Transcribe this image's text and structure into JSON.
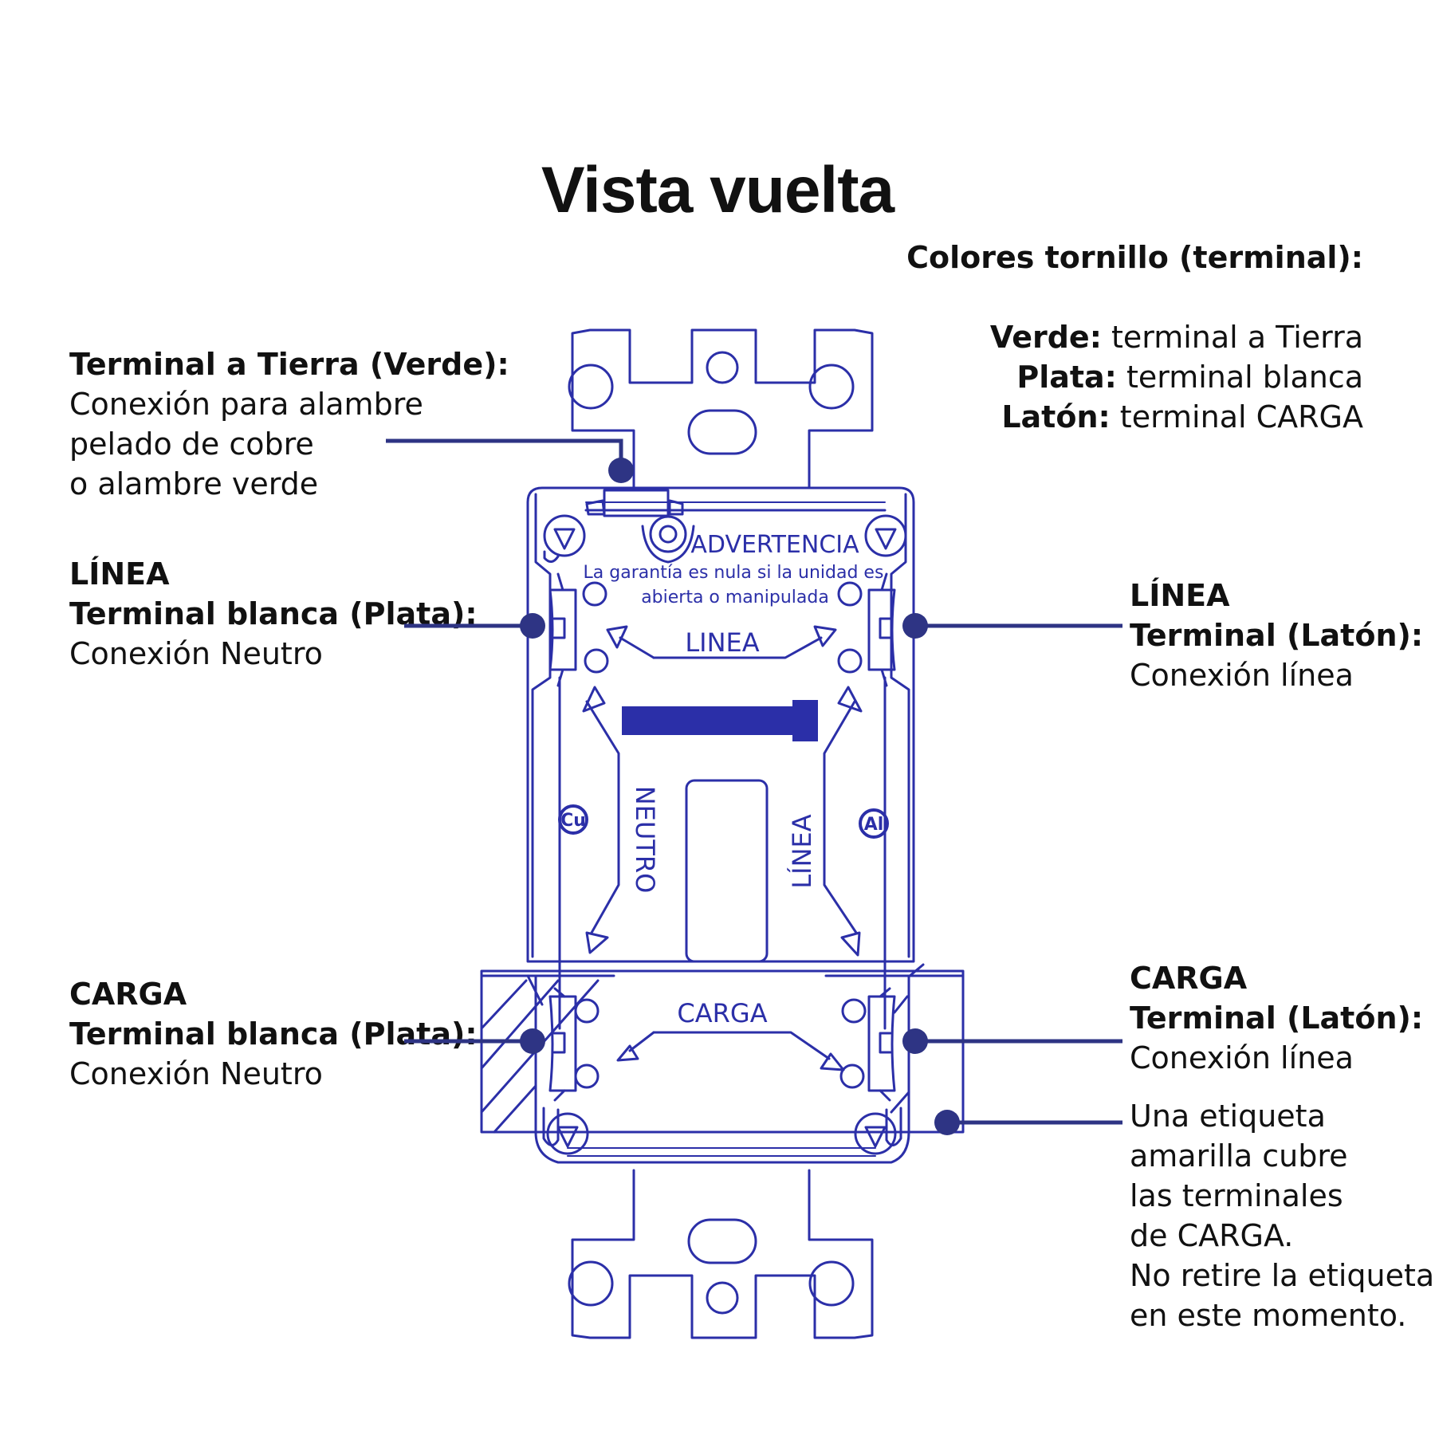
{
  "title": "Vista vuelta",
  "legend": {
    "heading": "Colores tornillo (terminal):",
    "items": [
      {
        "key": "Verde:",
        "value": " terminal a Tierra"
      },
      {
        "key": "Plata:",
        "value": " terminal blanca"
      },
      {
        "key": "Latón:",
        "value": " terminal CARGA"
      }
    ]
  },
  "callouts": {
    "ground": {
      "heading": "Terminal a Tierra (Verde):",
      "lines": [
        "Conexión para alambre",
        "pelado de cobre",
        "o alambre verde"
      ]
    },
    "line_neutral": {
      "heading1": "LÍNEA",
      "heading2": "Terminal blanca (Plata):",
      "lines": [
        "Conexión Neutro"
      ]
    },
    "line_hot": {
      "heading1": "LÍNEA",
      "heading2": "Terminal (Latón):",
      "lines": [
        "Conexión línea"
      ]
    },
    "load_neutral": {
      "heading1": "CARGA",
      "heading2": "Terminal blanca (Plata):",
      "lines": [
        "Conexión Neutro"
      ]
    },
    "load_hot": {
      "heading1": "CARGA",
      "heading2": "Terminal (Latón):",
      "lines": [
        "Conexión línea"
      ]
    },
    "label_note": {
      "lines": [
        "Una etiqueta",
        "amarilla cubre",
        "las terminales",
        "de CARGA.",
        "No retire la etiqueta",
        "en este momento."
      ]
    }
  },
  "device": {
    "warning_title": "ADVERTENCIA",
    "warning_line1": "La garantía es nula si la unidad es",
    "warning_line2": "abierta o manipulada",
    "linea_label": "LINEA",
    "neutro_label": "NEUTRO",
    "linea_vertical_label": "LÍNEA",
    "carga_label": "CARGA",
    "cu_mark": "Cu",
    "al_mark": "Al"
  },
  "colors": {
    "diagram_stroke": "#2b2fa8",
    "leader": "#2e3484",
    "text": "#111111"
  }
}
